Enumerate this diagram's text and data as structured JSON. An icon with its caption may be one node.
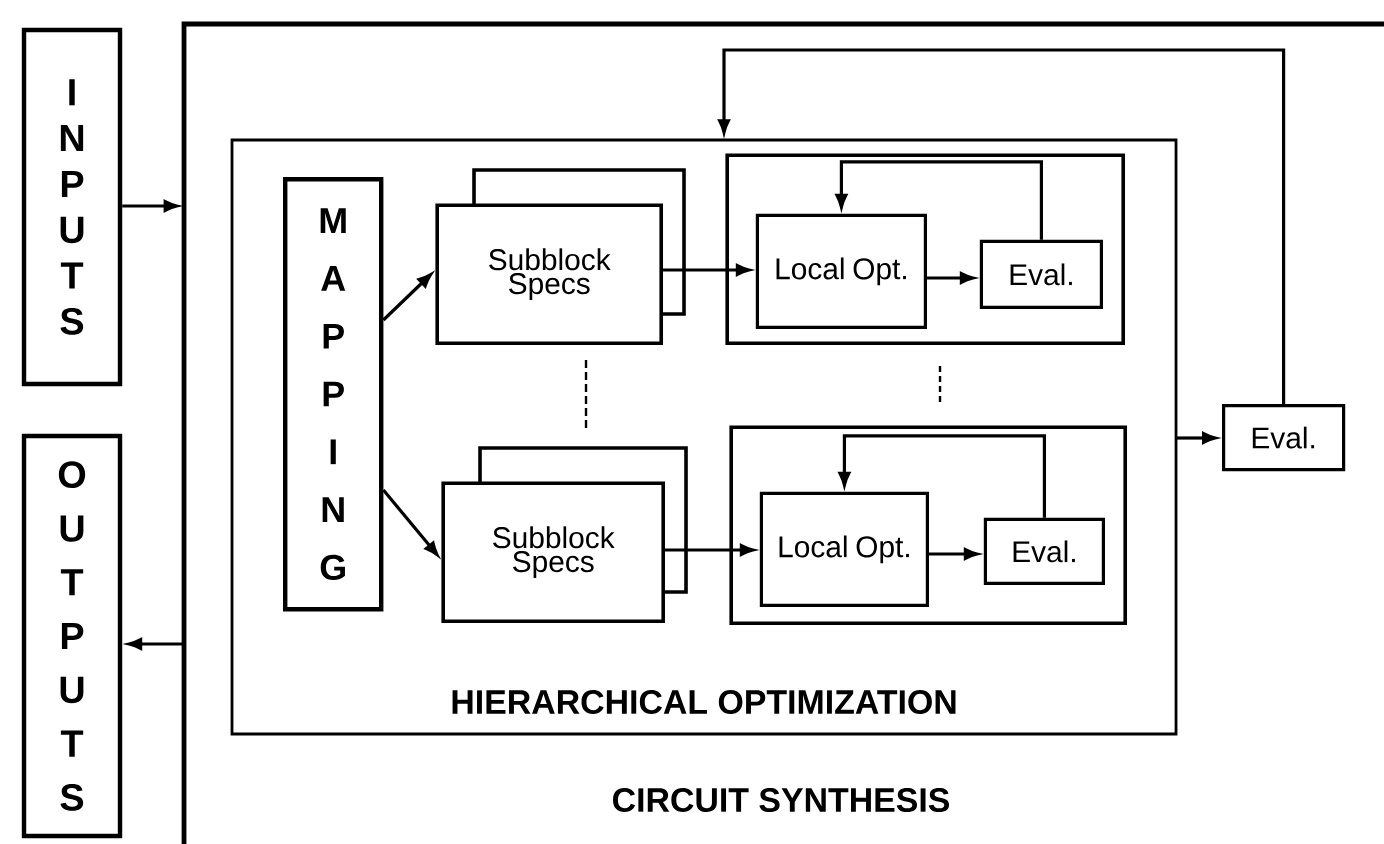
{
  "diagram": {
    "nodes": [
      {
        "text": [
          "INPUTS"
        ]
      },
      {
        "text": [
          "OUTPUTS"
        ]
      },
      {
        "text": [
          "CIRCUIT SYNTHESIS"
        ]
      },
      {
        "text": [
          "HIERARCHICAL OPTIMIZATION"
        ],
        "in": 2
      },
      {
        "text": [
          "MAPPING"
        ],
        "in": 3
      },
      {
        "text": [
          "Subblock Specs"
        ],
        "in": 3
      },
      {
        "text": [
          "Subblock Specs"
        ],
        "in": 3
      },
      {
        "text": [],
        "shape": "box",
        "in": 3
      },
      {
        "text": [
          "Local Opt."
        ],
        "in": 7
      },
      {
        "text": [
          "Eval."
        ],
        "in": 7
      },
      {
        "text": [],
        "shape": "box",
        "in": 3
      },
      {
        "text": [
          "Local Opt."
        ],
        "in": 10
      },
      {
        "text": [
          "Eval."
        ],
        "in": 10
      },
      {
        "text": [
          "Eval."
        ],
        "in": 2
      }
    ],
    "edges": [
      {
        "from": 0,
        "to": 2,
        "arrow": "to"
      },
      {
        "from": 2,
        "to": 1,
        "arrow": "to"
      },
      {
        "from": 4,
        "to": 5,
        "arrow": "to"
      },
      {
        "from": 4,
        "to": 6,
        "arrow": "to"
      },
      {
        "from": 5,
        "to": 8,
        "arrow": "to"
      },
      {
        "from": 6,
        "to": 11,
        "arrow": "to"
      },
      {
        "from": 8,
        "to": 9,
        "arrow": "to"
      },
      {
        "from": 9,
        "to": 8,
        "arrow": "to"
      },
      {
        "from": 11,
        "to": 12,
        "arrow": "to"
      },
      {
        "from": 12,
        "to": 11,
        "arrow": "to"
      },
      {
        "from": 3,
        "to": 13,
        "arrow": "to"
      },
      {
        "from": 13,
        "to": 3,
        "arrow": "to"
      }
    ]
  }
}
